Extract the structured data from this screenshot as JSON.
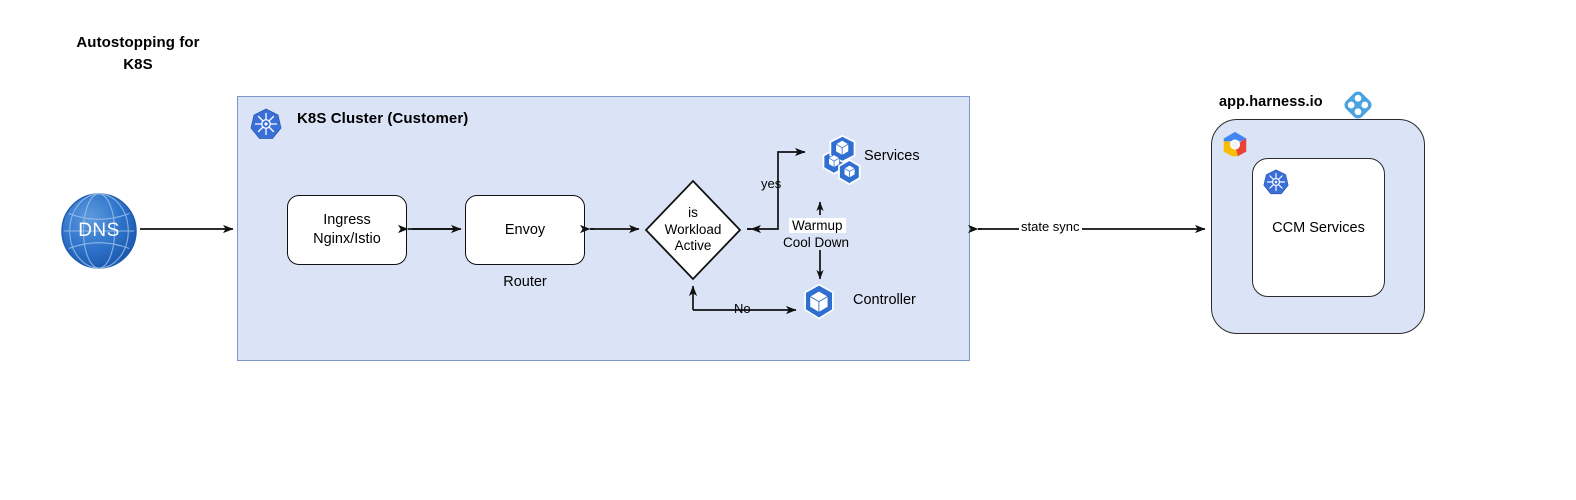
{
  "diagram": {
    "title": "Autostopping for\nK8S",
    "title_line1": "Autostopping for",
    "title_line2": "K8S"
  },
  "cluster": {
    "label": "K8S Cluster (Customer)",
    "icon": "kubernetes-icon",
    "fill_color": "#dbe4f7",
    "border_color": "#7b96c9"
  },
  "nodes": {
    "dns": {
      "label": "DNS",
      "icon": "globe-icon",
      "color": "#2f6fd0"
    },
    "ingress": {
      "label_line1": "Ingress",
      "label_line2": "Nginx/Istio"
    },
    "envoy": {
      "label": "Envoy",
      "sublabel": "Router"
    },
    "decision": {
      "label_line1": "is",
      "label_line2": "Workload",
      "label_line3": "Active"
    },
    "services": {
      "label": "Services",
      "icon": "kubernetes-pods-icon",
      "color": "#2f6fd0"
    },
    "controller": {
      "label": "Controller",
      "icon": "kubernetes-pod-icon",
      "color": "#2f6fd0"
    }
  },
  "edges": {
    "yes_label": "yes",
    "no_label": "No",
    "warmup_label": "Warmup",
    "cooldown_label": "Cool Down",
    "state_sync_label": "state sync"
  },
  "harness": {
    "title": "app.harness.io",
    "logo_icon": "harness-logo-icon",
    "cloud_icon": "gcp-hexagon-icon",
    "inner_icon": "kubernetes-icon",
    "inner_label": "CCM Services",
    "outer_fill": "#dbe4f7",
    "inner_fill": "#ffffff"
  }
}
